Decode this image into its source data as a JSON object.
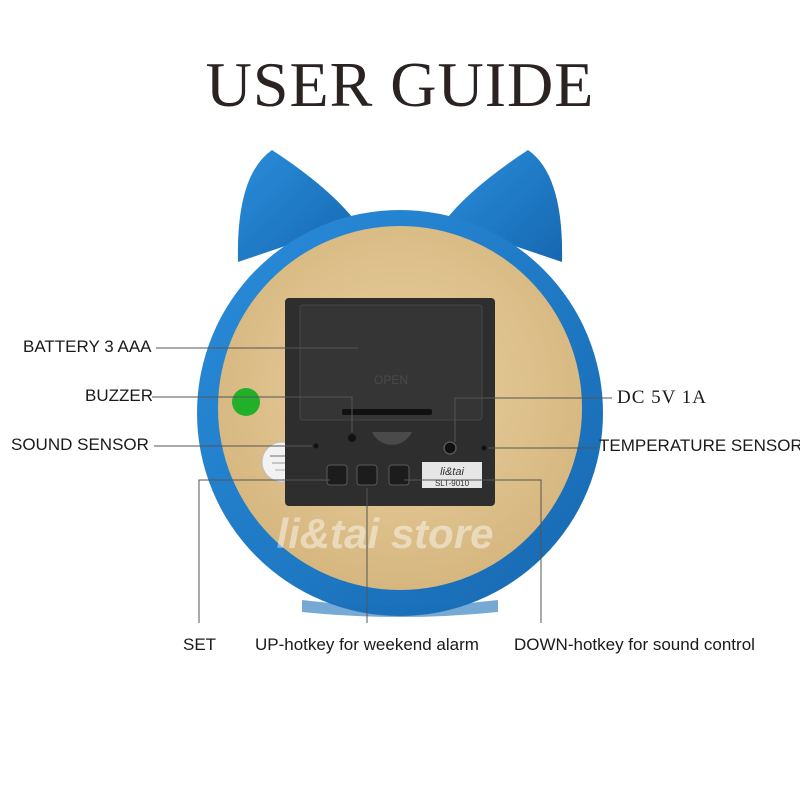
{
  "title": "USER GUIDE",
  "watermark": "li&tai store",
  "panel": {
    "open_text": "OPEN",
    "brand_text": "li&tai",
    "model_text": "SLT-9010"
  },
  "labels": {
    "battery": "BATTERY  3 AAA",
    "buzzer": "BUZZER",
    "sound_sensor": "SOUND SENSOR",
    "dc": "DC  5V    1A",
    "temperature_sensor": "TEMPERATURE SENSOR",
    "set": "SET",
    "up": "UP-hotkey for weekend alarm",
    "down": "DOWN-hotkey for sound control"
  },
  "colors": {
    "shell": "#1f7fcc",
    "wood": "#dcc08c",
    "panel": "#2e2e2e",
    "indicator": "#22b02a",
    "leader": "#555555"
  }
}
